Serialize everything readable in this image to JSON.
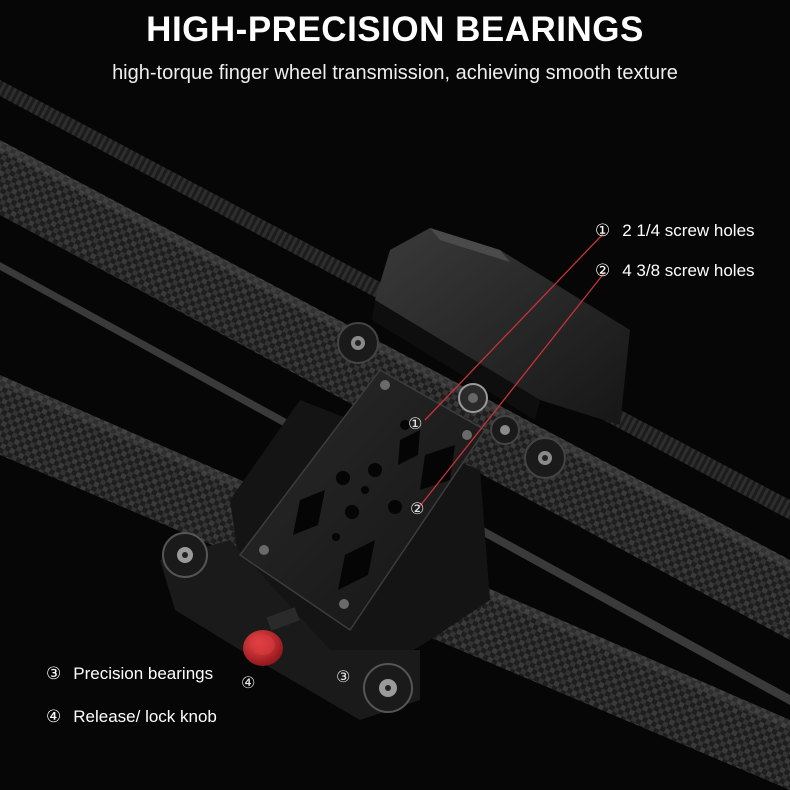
{
  "header": {
    "title": "HIGH-PRECISION BEARINGS",
    "subtitle": "high-torque finger wheel transmission, achieving smooth texture"
  },
  "callouts": [
    {
      "number": "①",
      "label": "2 1/4 screw holes"
    },
    {
      "number": "②",
      "label": "4 3/8 screw holes"
    },
    {
      "number": "③",
      "label": "Precision bearings"
    },
    {
      "number": "④",
      "label": "Release/ lock knob"
    }
  ],
  "colors": {
    "background": "#060606",
    "leader_line": "#c8323a",
    "knob": "#c0262c",
    "rail_carbon": "#2a2a2a",
    "plate": "#1a1a1a"
  }
}
